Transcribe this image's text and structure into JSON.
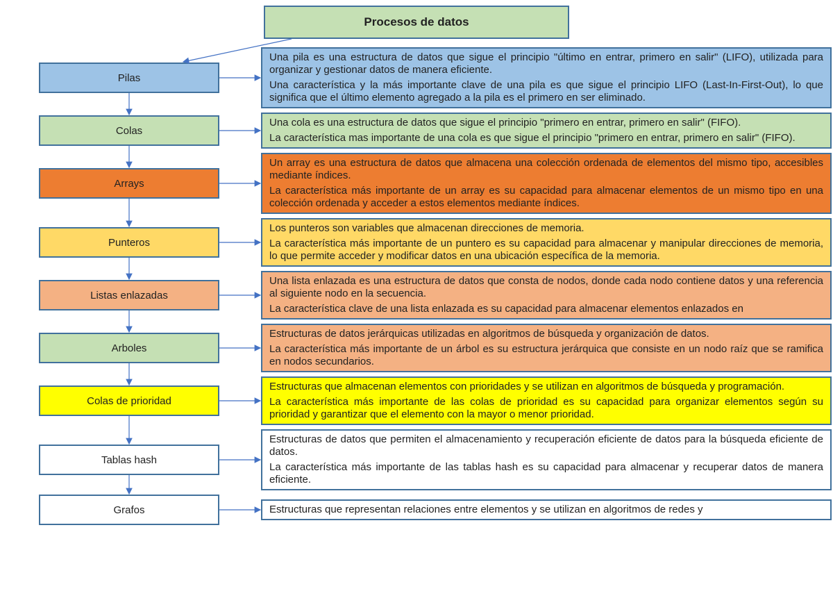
{
  "title": "Procesos de datos",
  "colors": {
    "blue": "#9dc3e6",
    "green": "#c5e0b4",
    "orange": "#ed7d31",
    "yellow_light": "#ffd966",
    "salmon": "#f4b183",
    "yellow": "#ffff00",
    "border": "#41719c",
    "arrow": "#4472c4"
  },
  "nodes": [
    {
      "label": "Pilas",
      "desc": [
        "Una pila es una estructura de datos que sigue el principio \"último en entrar, primero en salir\" (LIFO), utilizada para organizar y gestionar datos de manera eficiente.",
        "Una característica y la más importante clave de una pila es que sigue el principio LIFO (Last-In-First-Out), lo que significa que el último elemento agregado a la pila es el primero en ser eliminado."
      ]
    },
    {
      "label": "Colas",
      "desc": [
        "Una cola es una estructura de datos que sigue el principio \"primero en entrar, primero en salir\" (FIFO).",
        "La característica mas importante de una cola es que sigue el principio \"primero en entrar, primero en salir\" (FIFO)."
      ]
    },
    {
      "label": "Arrays",
      "desc": [
        "Un array es una estructura de datos que almacena una colección ordenada de elementos del mismo tipo, accesibles mediante índices.",
        "La característica más importante de un array es su capacidad para almacenar elementos de un mismo tipo en una colección ordenada y acceder a estos elementos mediante índices."
      ]
    },
    {
      "label": "Punteros",
      "desc": [
        "Los punteros son variables que almacenan direcciones de memoria.",
        "La característica más importante de un puntero es su capacidad para almacenar y manipular direcciones de memoria, lo que permite acceder y modificar datos en una ubicación específica de la memoria."
      ]
    },
    {
      "label": "Listas enlazadas",
      "desc": [
        "Una lista enlazada es una estructura de datos que consta de nodos, donde cada nodo contiene datos y una referencia al siguiente nodo en la secuencia.",
        "La característica clave de una lista enlazada es su capacidad para almacenar elementos enlazados en"
      ]
    },
    {
      "label": "Arboles",
      "desc": [
        "Estructuras de datos jerárquicas utilizadas en algoritmos de búsqueda y organización de datos.",
        "La característica más importante de un árbol es su estructura jerárquica que consiste en un nodo raíz que se ramifica en nodos secundarios."
      ]
    }
  ],
  "overlapping_labels": [
    "Colas de prioridad",
    "Tablas hash",
    "Grafos"
  ],
  "overlapping_text": [
    "Estructuras que almacenan elementos con prioridades y se utilizan en algoritmos de búsqueda y programación.",
    "Estructuras de datos que permiten el almacenamiento y recuperación eficiente de datos para la búsqueda eficiente de datos.",
    "La característica más importante de las tablas hash es su capacidad para almacenar y recuperar datos de manera eficiente.",
    "La característica más importante de las colas de prioridad es su capacidad para organizar elementos según su prioridad y garantizar que el elemento con la mayor o menor prioridad.",
    "Estructuras que representan relaciones entre elementos y se utilizan en algoritmos de redes y"
  ]
}
